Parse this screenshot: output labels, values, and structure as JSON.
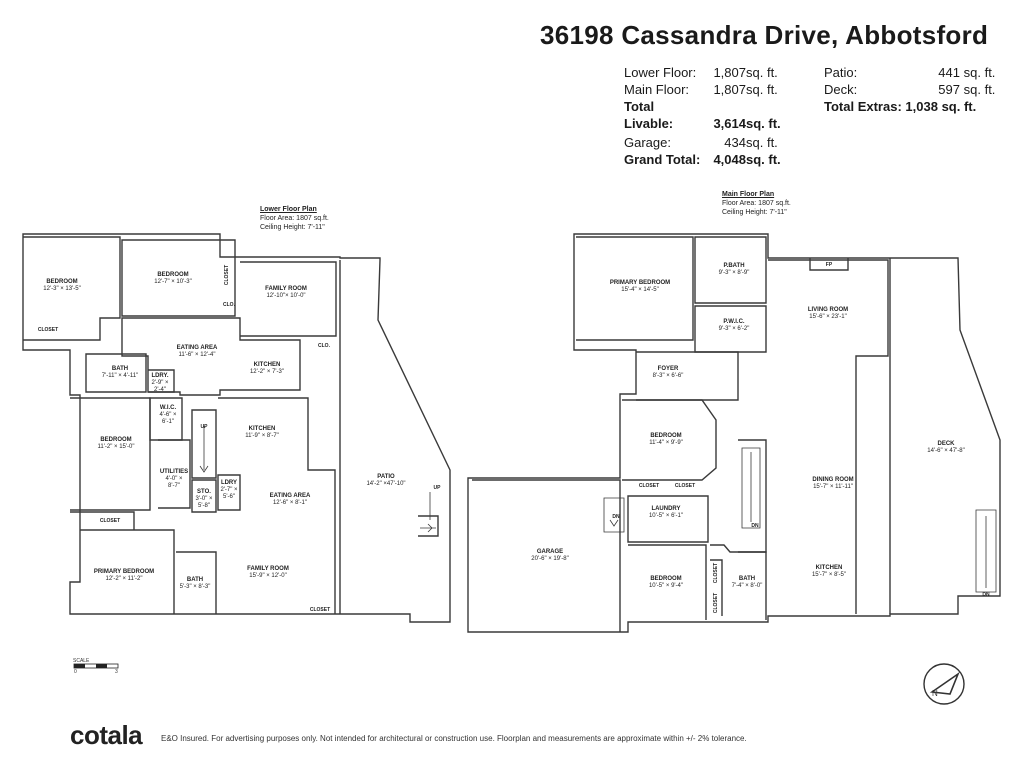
{
  "title": "36198 Cassandra Drive, Abbotsford",
  "areas": {
    "lower_label": "Lower Floor:",
    "lower_value": "1,807",
    "lower_unit": "sq. ft.",
    "main_label": "Main Floor:",
    "main_value": "1,807",
    "main_unit": "sq. ft.",
    "total_livable_label": "Total Livable:",
    "total_livable_value": "3,614",
    "total_livable_unit": "sq. ft.",
    "patio_label": "Patio:",
    "patio_value": "441",
    "patio_unit": "sq. ft.",
    "deck_label": "Deck:",
    "deck_value": "597",
    "deck_unit": "sq. ft.",
    "total_extras_label": "Total Extras:",
    "total_extras_value": "1,038",
    "total_extras_unit": "sq. ft.",
    "garage_label": "Garage:",
    "garage_value": "434",
    "garage_unit": "sq. ft.",
    "grand_total_label": "Grand Total:",
    "grand_total_value": "4,048",
    "grand_total_unit": "sq. ft."
  },
  "lower_plan": {
    "title": "Lower Floor Plan",
    "area": "Floor Area: 1807 sq.ft.",
    "ceiling": "Ceiling Height: 7'-11\""
  },
  "main_plan": {
    "title": "Main Floor Plan",
    "area": "Floor Area: 1807 sq.ft.",
    "ceiling": "Ceiling Height: 7'-11\""
  },
  "lower_rooms": [
    {
      "name": "BEDROOM",
      "dim": "12'-3\" × 13'-5\""
    },
    {
      "name": "BEDROOM",
      "dim": "12'-7\" × 10'-3\""
    },
    {
      "name": "FAMILY ROOM",
      "dim": "12'-10\"× 10'-0\""
    },
    {
      "name": "EATING AREA",
      "dim": "11'-6\" × 12'-4\""
    },
    {
      "name": "KITCHEN",
      "dim": "12'-2\" × 7'-3\""
    },
    {
      "name": "BATH",
      "dim": "7'-11\" × 4'-11\""
    },
    {
      "name": "LDRY.",
      "dim": "2'-9\" ×",
      "dim2": "2'-4\""
    },
    {
      "name": "W.I.C.",
      "dim": "4'-6\" ×",
      "dim2": "6'-1\""
    },
    {
      "name": "BEDROOM",
      "dim": "11'-2\" × 15'-0\""
    },
    {
      "name": "KITCHEN",
      "dim": "11'-9\" × 8'-7\""
    },
    {
      "name": "UTILITIES",
      "dim": "4'-0\" ×",
      "dim2": "8'-7\""
    },
    {
      "name": "LDRY",
      "dim": "2'-7\" ×",
      "dim2": "5'-6\""
    },
    {
      "name": "STO.",
      "dim": "3'-0\" ×",
      "dim2": "5'-8\""
    },
    {
      "name": "EATING AREA",
      "dim": "12'-6\" × 8'-1\""
    },
    {
      "name": "PATIO",
      "dim": "14'-2\" ×47'-10\""
    },
    {
      "name": "PRIMARY BEDROOM",
      "dim": "12'-2\" × 11'-2\""
    },
    {
      "name": "BATH",
      "dim": "5'-3\" × 8'-3\""
    },
    {
      "name": "FAMILY ROOM",
      "dim": "15'-9\" × 12'-0\""
    }
  ],
  "lower_tags": [
    "CLOSET",
    "CLOSET",
    "CLO.",
    "CLO.",
    "CLOSET",
    "CLOSET",
    "UP",
    "UP"
  ],
  "main_rooms": [
    {
      "name": "PRIMARY BEDROOM",
      "dim": "15'-4\" × 14'-5\""
    },
    {
      "name": "P.BATH",
      "dim": "9'-3\" × 8'-9\""
    },
    {
      "name": "P.W.I.C.",
      "dim": "9'-3\" × 6'-2\""
    },
    {
      "name": "LIVING ROOM",
      "dim": "15'-6\" × 23'-1\""
    },
    {
      "name": "FOYER",
      "dim": "8'-3\" × 6'-6\""
    },
    {
      "name": "BEDROOM",
      "dim": "11'-4\" × 9'-9\""
    },
    {
      "name": "DECK",
      "dim": "14'-6\" × 47'-8\""
    },
    {
      "name": "DINING ROOM",
      "dim": "15'-7\" × 11'-11\""
    },
    {
      "name": "LAUNDRY",
      "dim": "10'-5\" × 6'-1\""
    },
    {
      "name": "GARAGE",
      "dim": "20'-6\" × 19'-8\""
    },
    {
      "name": "KITCHEN",
      "dim": "15'-7\" × 8'-5\""
    },
    {
      "name": "BEDROOM",
      "dim": "10'-5\" × 9'-4\""
    },
    {
      "name": "BATH",
      "dim": "7'-4\" × 8'-0\""
    }
  ],
  "main_tags": [
    "FP",
    "CLOSET",
    "CLOSET",
    "CLOSET",
    "CLOSET",
    "DN",
    "DN",
    "DN"
  ],
  "scale": {
    "label": "SCALE",
    "start": "0",
    "end": "3"
  },
  "logo": "cotala",
  "disclaimer": "E&O Insured. For advertising purposes only. Not intended for architectural or construction use. Floorplan and measurements are approximate within +/- 2% tolerance."
}
